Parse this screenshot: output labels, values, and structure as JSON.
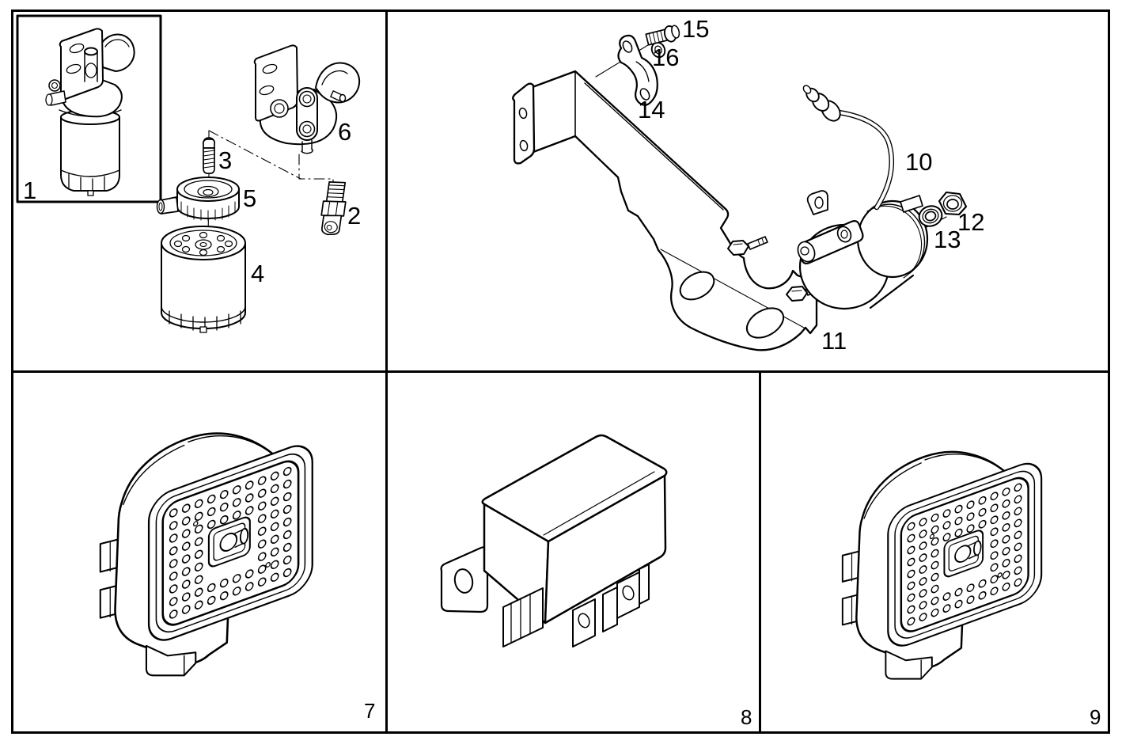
{
  "diagram": {
    "type": "exploded-parts-catalog-figure",
    "background_color": "#ffffff",
    "line_color": "#000000",
    "panels": [
      {
        "id": "fuel-filter-assembly",
        "grid_position": "top-left",
        "callouts": [
          {
            "text": "1"
          },
          {
            "text": "3"
          },
          {
            "text": "5"
          },
          {
            "text": "4"
          },
          {
            "text": "6"
          },
          {
            "text": "2"
          }
        ]
      },
      {
        "id": "fuel-pump-and-bracket",
        "grid_position": "top-right",
        "callouts": [
          {
            "text": "15"
          },
          {
            "text": "16"
          },
          {
            "text": "14"
          },
          {
            "text": "10"
          },
          {
            "text": "12"
          },
          {
            "text": "13"
          },
          {
            "text": "11"
          }
        ]
      },
      {
        "id": "control-unit-left",
        "grid_position": "bottom-left",
        "callouts": [
          {
            "text": "7"
          }
        ]
      },
      {
        "id": "relay",
        "grid_position": "bottom-center",
        "callouts": [
          {
            "text": "8"
          }
        ]
      },
      {
        "id": "control-unit-right",
        "grid_position": "bottom-right",
        "callouts": [
          {
            "text": "9"
          }
        ]
      }
    ]
  }
}
